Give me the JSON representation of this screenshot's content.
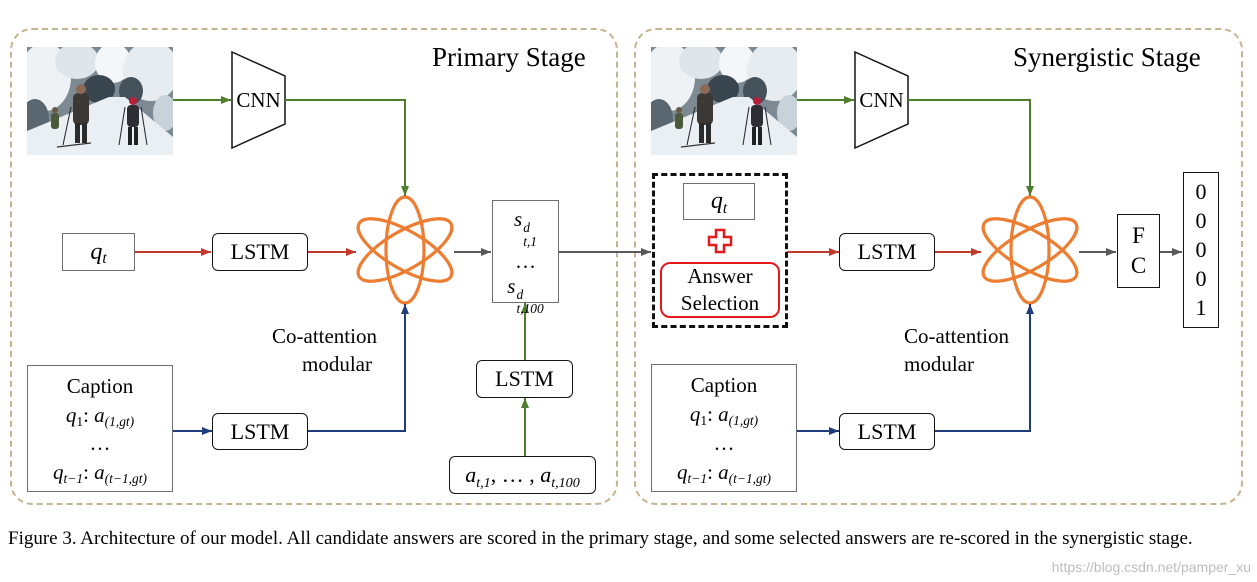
{
  "figure": {
    "caption": "Figure 3. Architecture of our model. All candidate answers are scored in the primary stage, and some selected answers are re-scored in the synergistic stage.",
    "watermark": "https://blog.csdn.net/pamper_xu"
  },
  "primary": {
    "title": "Primary Stage",
    "cnn": "CNN",
    "question": {
      "base": "q",
      "sub": "t"
    },
    "lstm_question": "LSTM",
    "lstm_caption": "LSTM",
    "lstm_answers": "LSTM",
    "coattention": {
      "line1": "Co-attention",
      "line2": "modular"
    },
    "caption_box": {
      "heading": "Caption",
      "line1": {
        "q": "q",
        "q_sub": "1",
        "sep": ": ",
        "a": "a",
        "a_sub": "(1,gt)"
      },
      "ellipsis": "…",
      "line2": {
        "q": "q",
        "q_sub": "t−1",
        "sep": ": ",
        "a": "a",
        "a_sub": "(t−1,gt)"
      }
    },
    "scores": {
      "first": {
        "base": "s",
        "sup": "d",
        "sub": "t,1"
      },
      "ellipsis": "…",
      "last": {
        "base": "s",
        "sup": "d",
        "sub": "t,100"
      }
    },
    "answers": {
      "first": {
        "base": "a",
        "sub": "t,1"
      },
      "sep": ", … , ",
      "last": {
        "base": "a",
        "sub": "t,100"
      }
    }
  },
  "synergistic": {
    "title": "Synergistic Stage",
    "cnn": "CNN",
    "question": {
      "base": "q",
      "sub": "t"
    },
    "answer_selection": {
      "line1": "Answer",
      "line2": "Selection"
    },
    "lstm_selection": "LSTM",
    "lstm_caption": "LSTM",
    "coattention": {
      "line1": "Co-attention",
      "line2": "modular"
    },
    "caption_box": {
      "heading": "Caption",
      "line1": {
        "q": "q",
        "q_sub": "1",
        "sep": ": ",
        "a": "a",
        "a_sub": "(1,gt)"
      },
      "ellipsis": "…",
      "line2": {
        "q": "q",
        "q_sub": "t−1",
        "sep": ": ",
        "a": "a",
        "a_sub": "(t−1,gt)"
      }
    },
    "fc": {
      "line1": "F",
      "line2": "C"
    },
    "output": [
      "0",
      "0",
      "0",
      "0",
      "1"
    ]
  },
  "icons": {
    "coattention": "atom-icon",
    "cnn": "trapezoid-icon",
    "combine": "plus-icon",
    "image": "photo-icon"
  },
  "colors": {
    "image_flow": "#4f7f2c",
    "question_flow": "#c0392b",
    "caption_flow": "#1f3d7a",
    "score_flow": "#595959",
    "coattention": "#ed7d31",
    "answer_selection": "#e3191c",
    "stage_border": "#c6b38f"
  }
}
